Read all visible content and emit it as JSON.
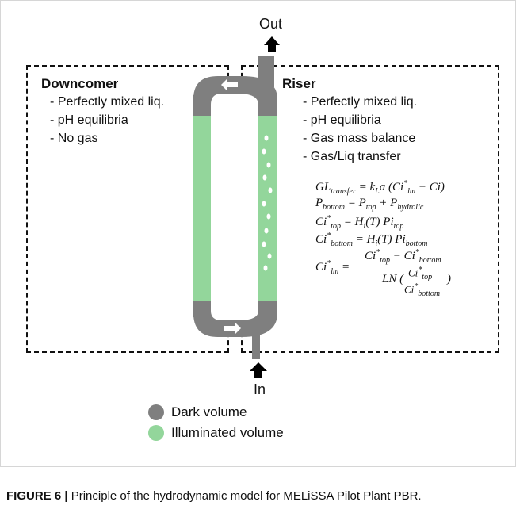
{
  "diagram": {
    "out_label": "Out",
    "in_label": "In",
    "downcomer": {
      "title": "Downcomer",
      "items": [
        "- Perfectly mixed liq.",
        "- pH equilibria",
        "- No gas"
      ]
    },
    "riser": {
      "title": "Riser",
      "items": [
        "- Perfectly mixed liq.",
        "- pH equilibria",
        "- Gas mass balance",
        "- Gas/Liq transfer"
      ]
    },
    "equations": [
      "GL_transfer = k_L a (Ci*_lm − Ci)",
      "P_bottom = P_top + P_hydrolic",
      "Ci*_top = H_i(T) Pi_top",
      "Ci*_bottom = H_i(T) Pi_bottom",
      "Ci*_lm = (Ci*_top − Ci*_bottom) / LN(Ci*_top / Ci*_bottom)"
    ],
    "colors": {
      "dark": "#7f7f7f",
      "illuminated": "#93d69b"
    }
  },
  "legend": [
    {
      "label": "Dark volume",
      "color": "#7f7f7f"
    },
    {
      "label": "Illuminated volume",
      "color": "#93d69b"
    }
  ],
  "caption": {
    "label": "FIGURE 6 |",
    "text": " Principle of the hydrodynamic model for MELiSSA Pilot Plant PBR."
  }
}
